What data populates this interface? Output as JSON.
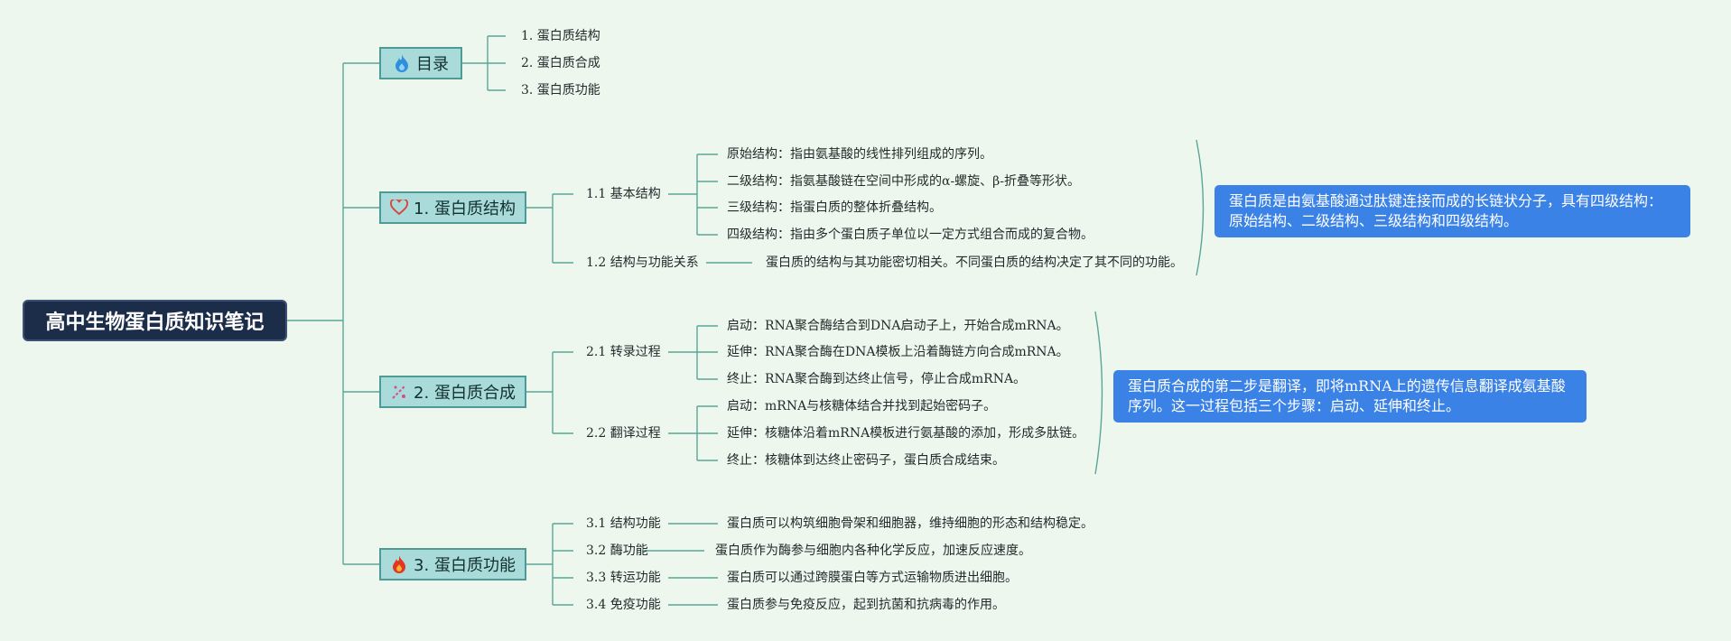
{
  "root": "高中生物蛋白质知识笔记",
  "toc": {
    "label": "目录",
    "icon": "fire-icon",
    "items": [
      "1. 蛋白质结构",
      "2. 蛋白质合成",
      "3. 蛋白质功能"
    ]
  },
  "structure": {
    "label": "1. 蛋白质结构",
    "icon": "heart-icon",
    "basic": {
      "label": "1.1 基本结构",
      "items": [
        "原始结构：指由氨基酸的线性排列组成的序列。",
        "二级结构：指氨基酸链在空间中形成的α-螺旋、β-折叠等形状。",
        "三级结构：指蛋白质的整体折叠结构。",
        "四级结构：指由多个蛋白质子单位以一定方式组合而成的复合物。"
      ]
    },
    "relation": {
      "label": "1.2 结构与功能关系",
      "text": "蛋白质的结构与其功能密切相关。不同蛋白质的结构决定了其不同的功能。"
    },
    "summary": "蛋白质是由氨基酸通过肽键连接而成的长链状分子，具有四级结构：原始结构、二级结构、三级结构和四级结构。"
  },
  "synthesis": {
    "label": "2. 蛋白质合成",
    "icon": "sparkle-icon",
    "transcription": {
      "label": "2.1 转录过程",
      "items": [
        "启动：RNA聚合酶结合到DNA启动子上，开始合成mRNA。",
        "延伸：RNA聚合酶在DNA模板上沿着酶链方向合成mRNA。",
        "终止：RNA聚合酶到达终止信号，停止合成mRNA。"
      ]
    },
    "translation": {
      "label": "2.2 翻译过程",
      "items": [
        "启动：mRNA与核糖体结合并找到起始密码子。",
        "延伸：核糖体沿着mRNA模板进行氨基酸的添加，形成多肽链。",
        "终止：核糖体到达终止密码子，蛋白质合成结束。"
      ]
    },
    "summary": "蛋白质合成的第二步是翻译，即将mRNA上的遗传信息翻译成氨基酸序列。这一过程包括三个步骤：启动、延伸和终止。"
  },
  "function": {
    "label": "3. 蛋白质功能",
    "icon": "fire-icon",
    "items": [
      {
        "label": "3.1 结构功能",
        "text": "蛋白质可以构筑细胞骨架和细胞器，维持细胞的形态和结构稳定。"
      },
      {
        "label": "3.2 酶功能",
        "text": "蛋白质作为酶参与细胞内各种化学反应，加速反应速度。"
      },
      {
        "label": "3.3 转运功能",
        "text": "蛋白质可以通过跨膜蛋白等方式运输物质进出细胞。"
      },
      {
        "label": "3.4 免疫功能",
        "text": "蛋白质参与免疫反应，起到抗菌和抗病毒的作用。"
      }
    ]
  },
  "colors": {
    "background": "#eef7ee",
    "root": "#1c2d4a",
    "main_node": "#a9dbda",
    "line": "#5aa59a",
    "summary": "#3b82e6"
  }
}
